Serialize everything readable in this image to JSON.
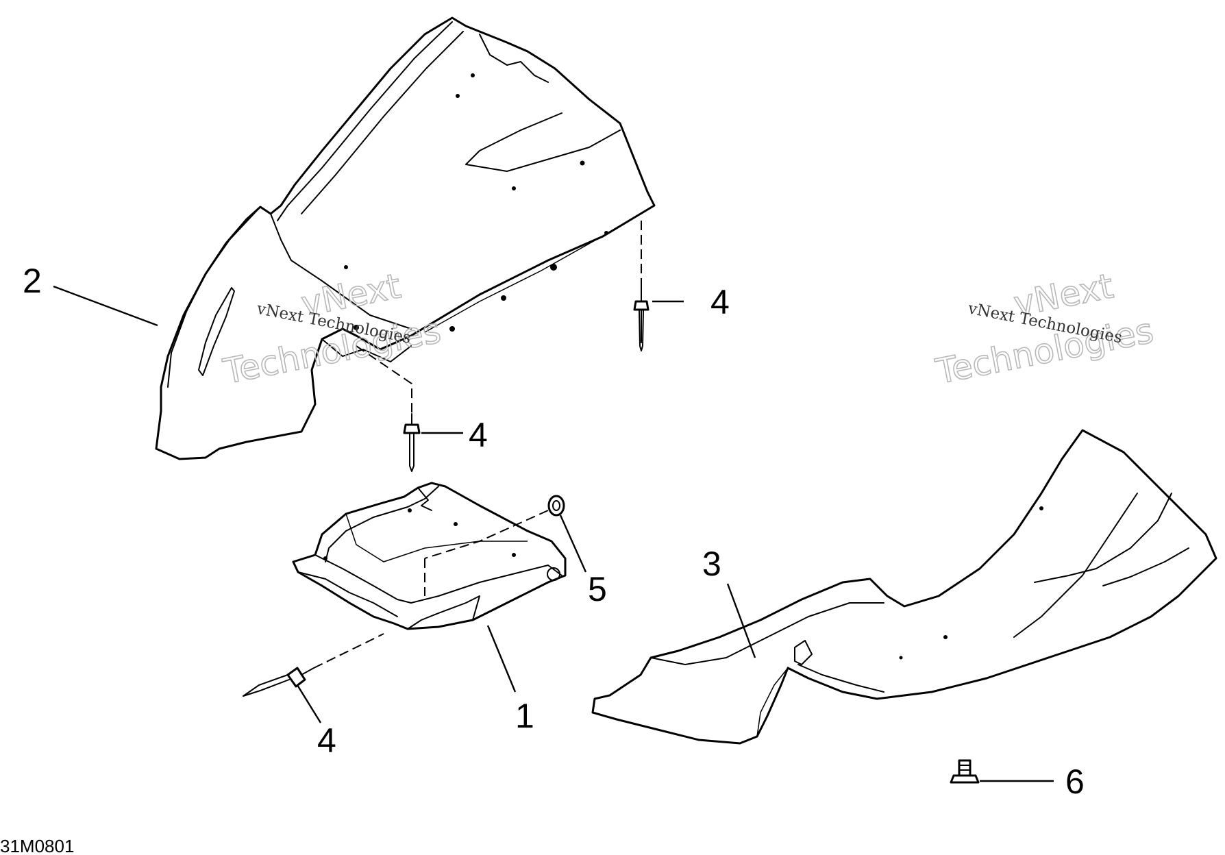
{
  "figure_id": "31M0801",
  "callouts": {
    "c1": "1",
    "c2": "2",
    "c3": "3",
    "c4_upper": "4",
    "c4_middle": "4",
    "c4_lower": "4",
    "c5": "5",
    "c6": "6"
  },
  "watermark": {
    "left": {
      "line1": "vNext",
      "line2": "Technologies",
      "caption": "vNext Technologies"
    },
    "right": {
      "line1": "vNext",
      "line2": "Technologies",
      "caption": "vNext Technologies"
    }
  }
}
